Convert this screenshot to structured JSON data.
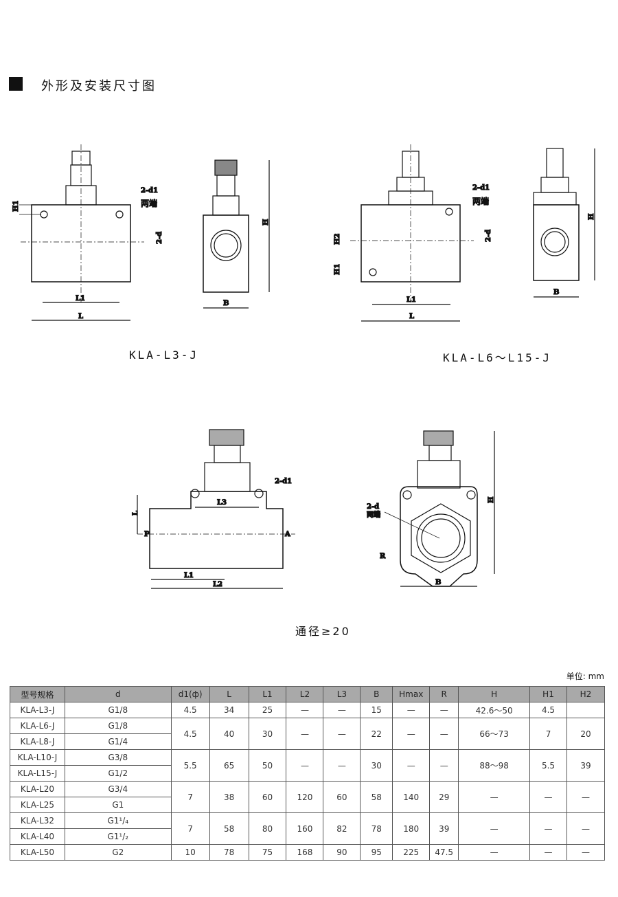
{
  "section_title": "外形及安装尺寸图",
  "captions": {
    "d1": "KLA-L3-J",
    "d2": "KLA-L6～L15-J",
    "d3": "通径≥20"
  },
  "labels": {
    "d1": {
      "H1": "H1",
      "d1": "2-d1",
      "both": "两端",
      "d": "2-d",
      "L1": "L1",
      "L": "L",
      "H": "H",
      "B": "B"
    },
    "d2": {
      "H2": "H2",
      "H1": "H1",
      "d1": "2-d1",
      "both": "两端",
      "d": "2-d",
      "L1": "L1",
      "L": "L",
      "H": "H",
      "B": "B"
    },
    "d3": {
      "d1": "2-d1",
      "L3": "L3",
      "L": "L",
      "P": "P",
      "A": "A",
      "L1": "L1",
      "L2": "L2"
    },
    "d4": {
      "d": "2-d",
      "both": "两端",
      "R": "R",
      "H": "H",
      "B": "B"
    }
  },
  "unit": "单位: mm",
  "table": {
    "headers": [
      "型号规格",
      "d",
      "d1(ф)",
      "L",
      "L1",
      "L2",
      "L3",
      "B",
      "Hmax",
      "R",
      "H",
      "H1",
      "H2"
    ],
    "r": [
      [
        "KLA-L3-J",
        "G1/8",
        "4.5",
        "34",
        "25",
        "—",
        "—",
        "15",
        "—",
        "—",
        "42.6～50",
        "4.5",
        ""
      ],
      [
        "KLA-L6-J",
        "G1/8",
        "4.5",
        "40",
        "30",
        "—",
        "—",
        "22",
        "—",
        "—",
        "66～73",
        "7",
        "20"
      ],
      [
        "KLA-L8-J",
        "G1/4"
      ],
      [
        "KLA-L10-J",
        "G3/8",
        "5.5",
        "65",
        "50",
        "—",
        "—",
        "30",
        "—",
        "—",
        "88～98",
        "5.5",
        "39"
      ],
      [
        "KLA-L15-J",
        "G1/2"
      ],
      [
        "KLA-L20",
        "G3/4",
        "7",
        "38",
        "60",
        "120",
        "60",
        "58",
        "140",
        "29",
        "—",
        "—",
        "—"
      ],
      [
        "KLA-L25",
        "G1"
      ],
      [
        "KLA-L32",
        "G1¹/₄",
        "7",
        "58",
        "80",
        "160",
        "82",
        "78",
        "180",
        "39",
        "—",
        "—",
        "—"
      ],
      [
        "KLA-L40",
        "G1¹/₂"
      ],
      [
        "KLA-L50",
        "G2",
        "10",
        "78",
        "75",
        "168",
        "90",
        "95",
        "225",
        "47.5",
        "—",
        "—",
        "—"
      ]
    ]
  }
}
